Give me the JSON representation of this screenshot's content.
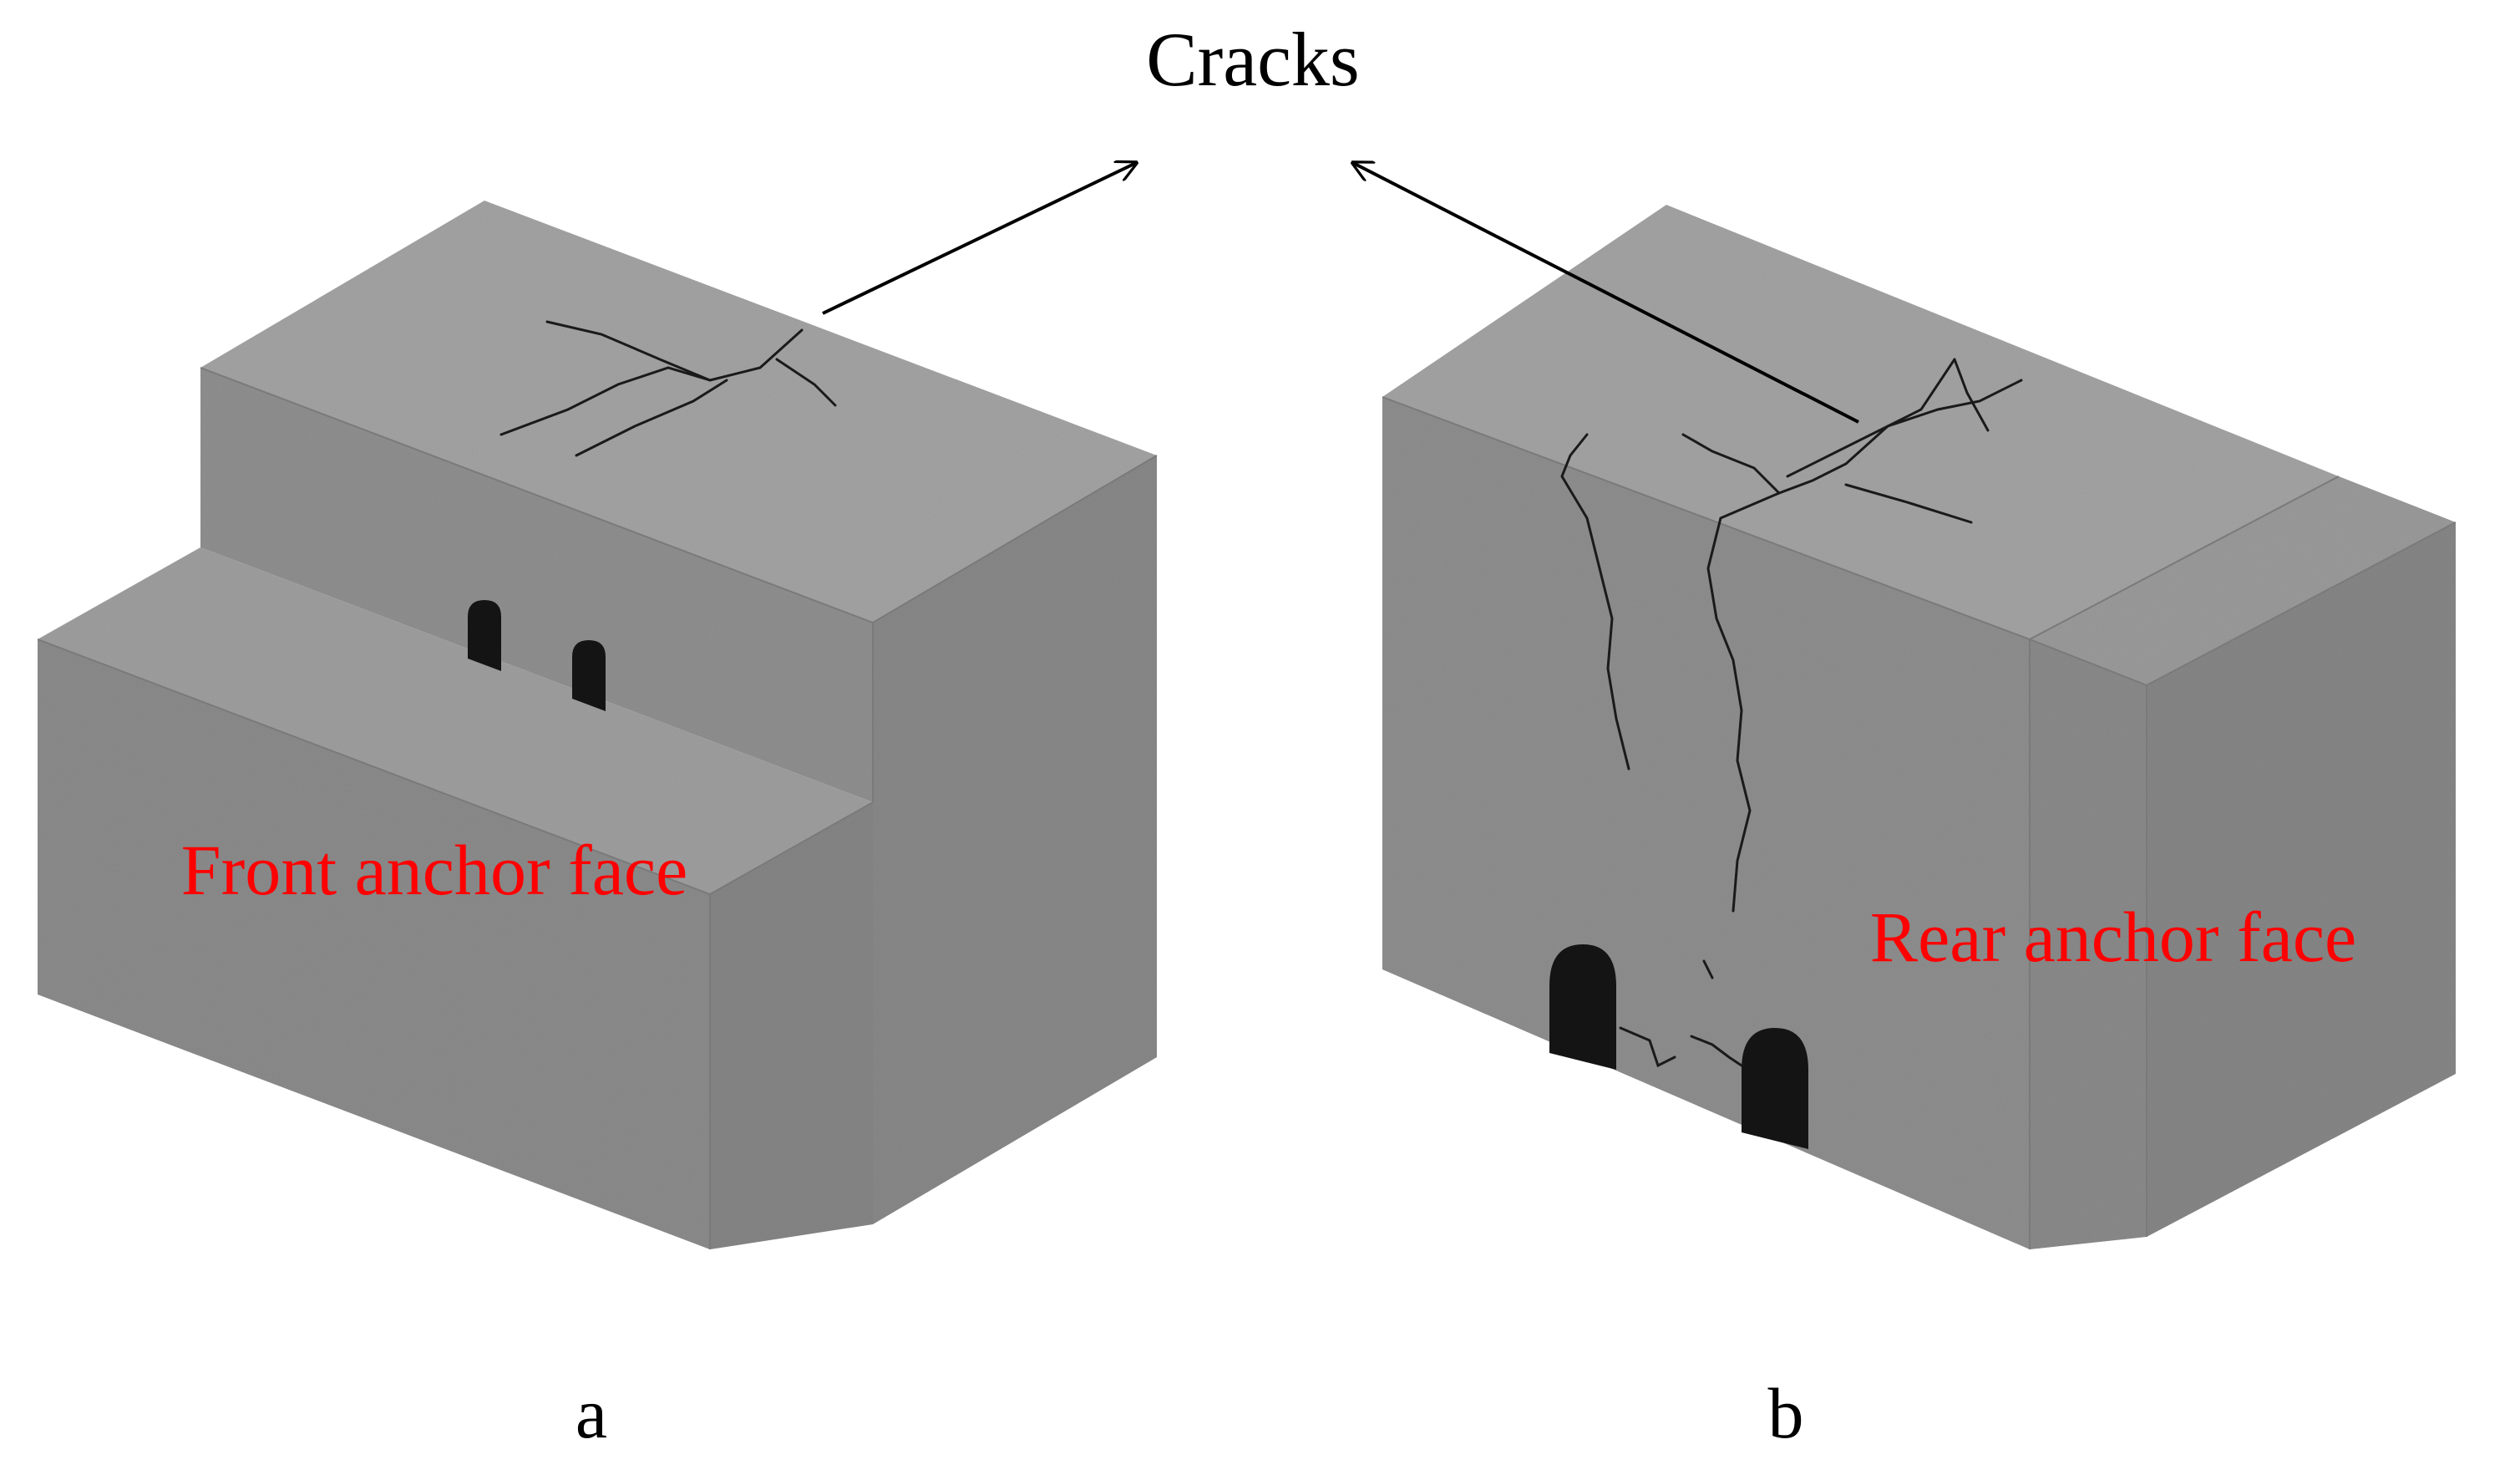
{
  "figure": {
    "callout_label": "Cracks",
    "panels": [
      {
        "id": "a",
        "caption": "a",
        "face_label": "Front anchor face"
      },
      {
        "id": "b",
        "caption": "b",
        "face_label": "Rear anchor face"
      }
    ]
  },
  "colors": {
    "background": "#ffffff",
    "label_red": "#ff0000",
    "text_black": "#000000",
    "concrete_top": "#9c9c9c",
    "concrete_front": "#8e8e8e",
    "concrete_side": "#858585",
    "crack": "#1a1a1a",
    "opening": "#141414"
  }
}
